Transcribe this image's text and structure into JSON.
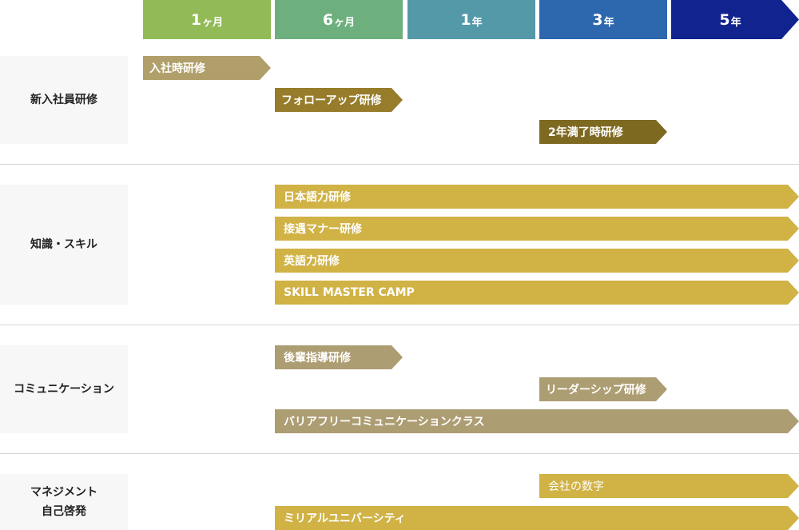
{
  "headers": [
    {
      "num": "1",
      "unit": "ヶ月",
      "color": "#92bb58"
    },
    {
      "num": "6",
      "unit": "ヶ月",
      "color": "#6db07e"
    },
    {
      "num": "1",
      "unit": "年",
      "color": "#5499a8"
    },
    {
      "num": "3",
      "unit": "年",
      "color": "#2d67ae"
    },
    {
      "num": "5",
      "unit": "年",
      "color": "#10238e"
    }
  ],
  "categories": [
    {
      "label": "新入社員研修"
    },
    {
      "label": "知識・スキル"
    },
    {
      "label": "コミュニケーション"
    },
    {
      "line1": "マネジメント",
      "line2": "自己啓発"
    }
  ],
  "programs": {
    "onboarding": "入社時研修",
    "follow_up": "フォローアップ研修",
    "two_year": "2年満了時研修",
    "japanese": "日本語力研修",
    "manners": "接遇マナー研修",
    "english": "英語力研修",
    "skill_camp": "SKILL MASTER CAMP",
    "junior_mentoring": "後輩指導研修",
    "leadership": "リーダーシップ研修",
    "barrier_free": "バリアフリーコミュニケーションクラス",
    "company_numbers": "会社の数字",
    "miliaru": "ミリアルユニバーシティ"
  }
}
